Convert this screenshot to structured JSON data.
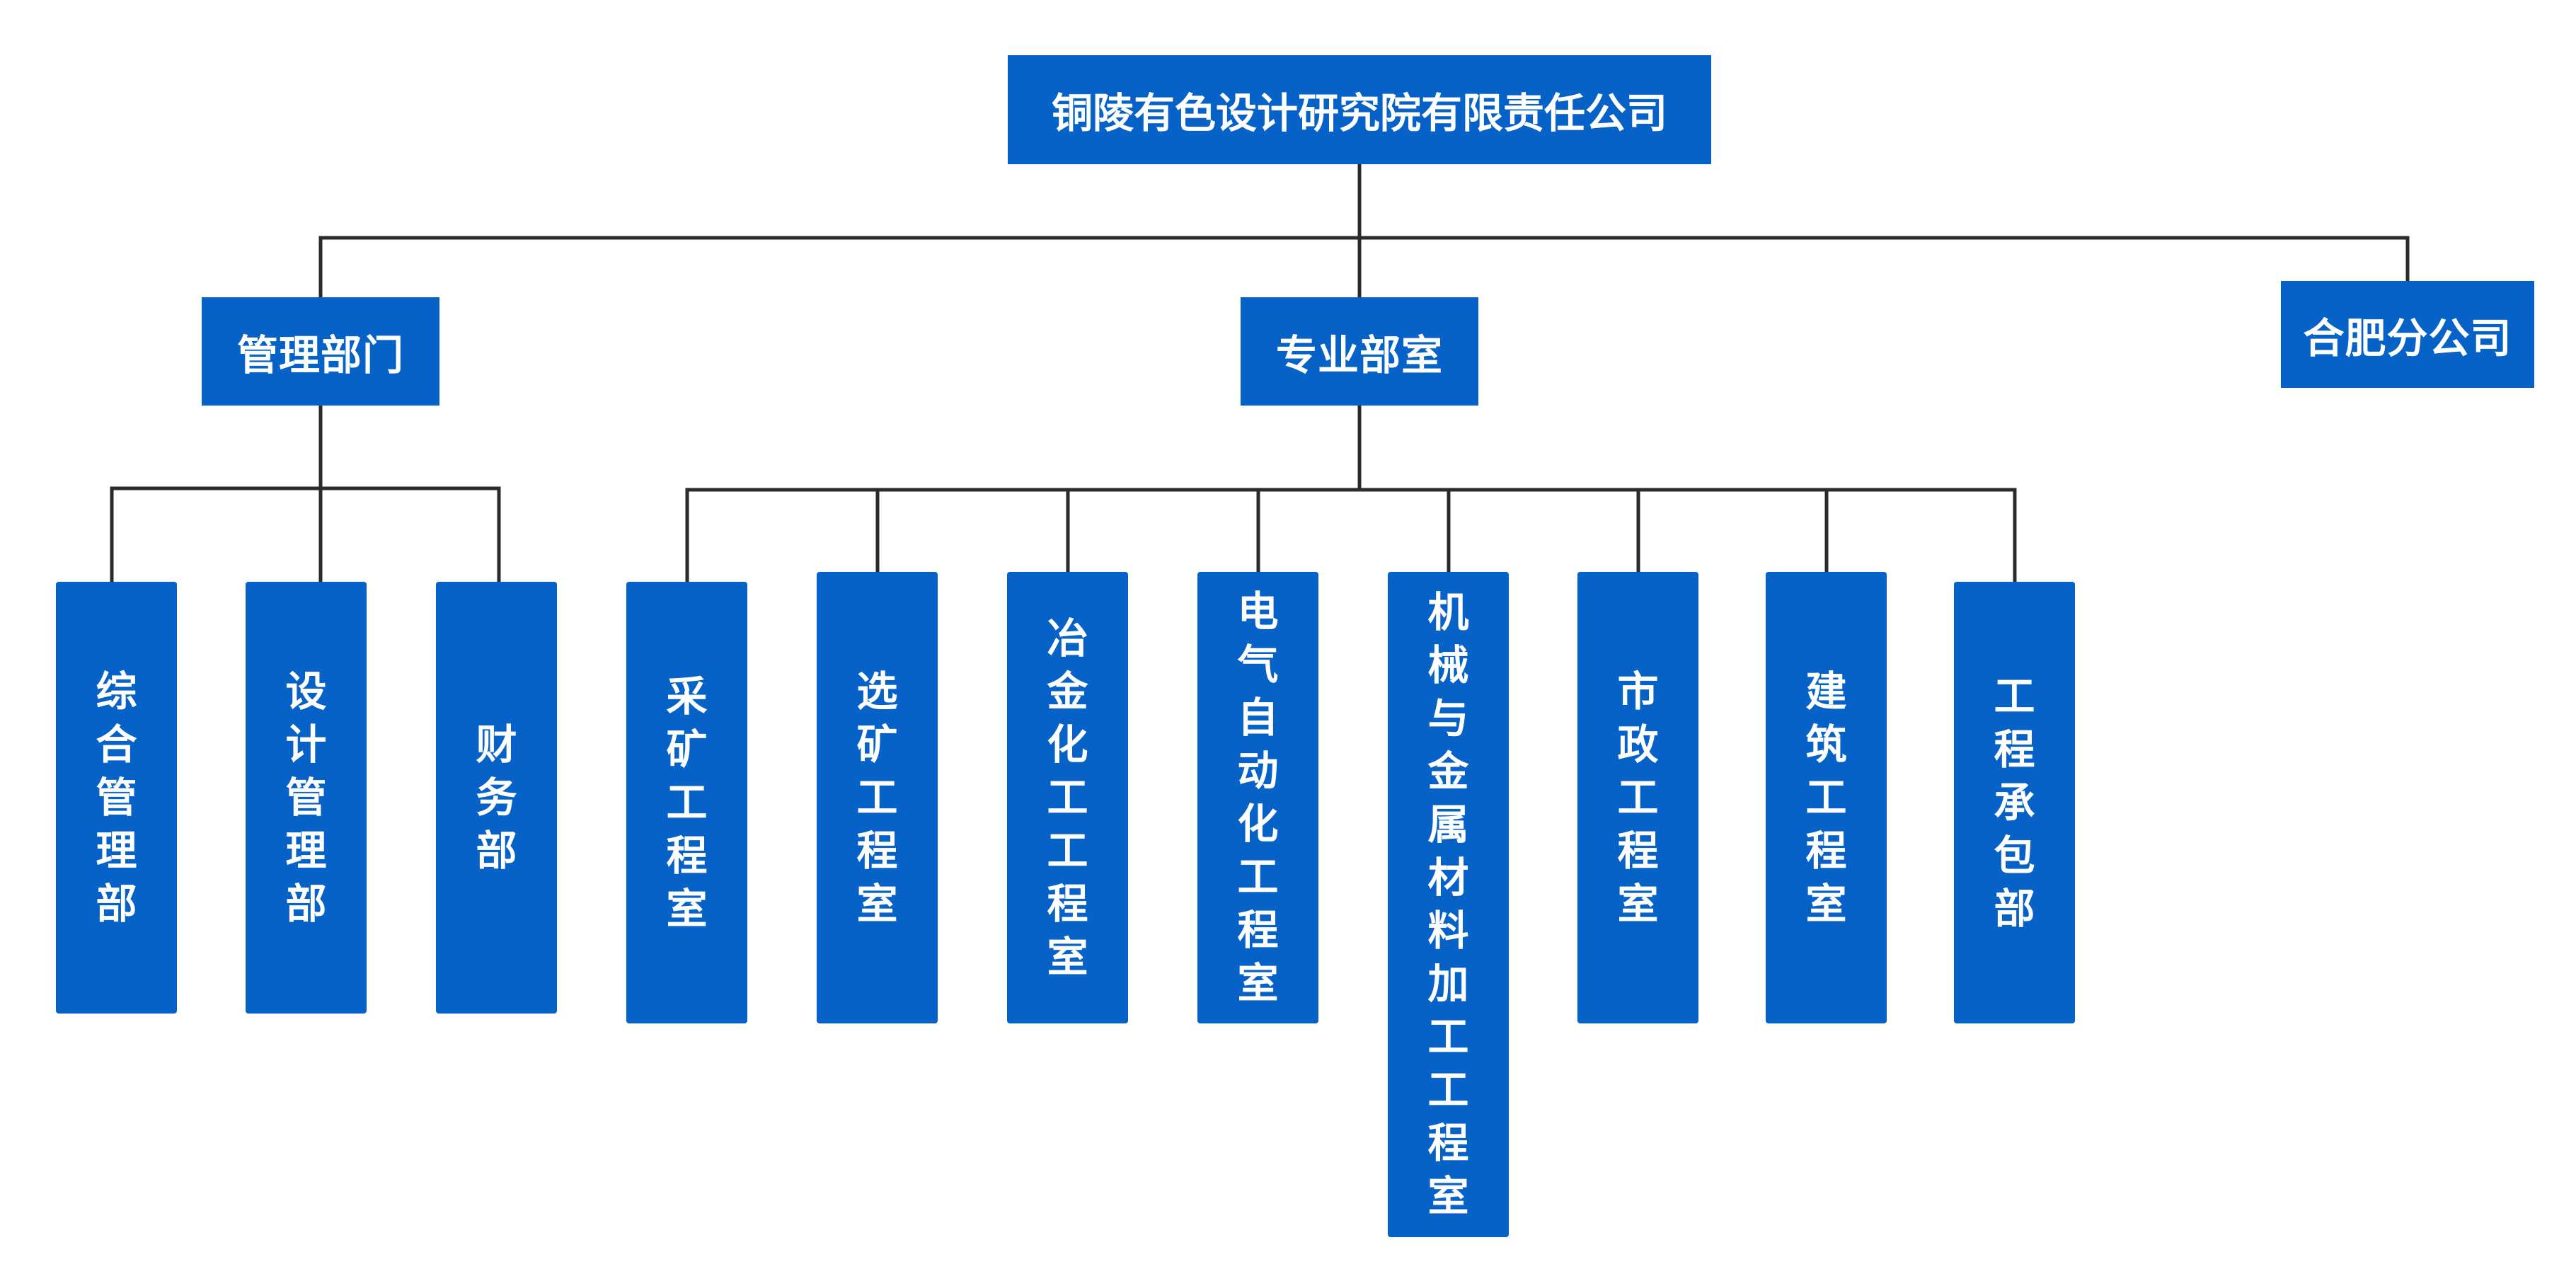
{
  "root": {
    "label": "铜陵有色设计研究院有限责任公司"
  },
  "groups": [
    {
      "label": "管理部门"
    },
    {
      "label": "专业部室"
    },
    {
      "label": "合肥分公司"
    }
  ],
  "management_units": [
    {
      "label": "综合管理部"
    },
    {
      "label": "设计管理部"
    },
    {
      "label": "财务部"
    }
  ],
  "professional_units": [
    {
      "label": "采矿工程室"
    },
    {
      "label": "选矿工程室"
    },
    {
      "label": "冶金化工工程室"
    },
    {
      "label": "电气自动化工程室"
    },
    {
      "label": "机械与金属材料加工工程室"
    },
    {
      "label": "市政工程室"
    },
    {
      "label": "建筑工程室"
    },
    {
      "label": "工程承包部"
    }
  ],
  "colors": {
    "node_fill": "#0762c8",
    "node_text": "#ffffff",
    "connector": "#2b2b2b"
  }
}
